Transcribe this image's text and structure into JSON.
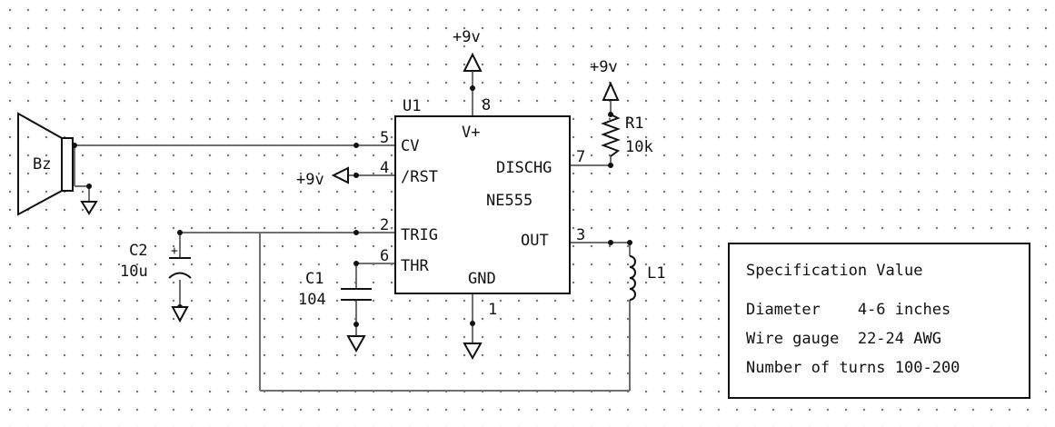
{
  "chip": {
    "designator": "U1",
    "part": "NE555",
    "pins": {
      "vplus": {
        "num": "8",
        "label": "V+"
      },
      "cv": {
        "num": "5",
        "label": "CV"
      },
      "rst": {
        "num": "4",
        "label": "/RST"
      },
      "dischg": {
        "num": "7",
        "label": "DISCHG"
      },
      "trig": {
        "num": "2",
        "label": "TRIG"
      },
      "out": {
        "num": "3",
        "label": "OUT"
      },
      "thr": {
        "num": "6",
        "label": "THR"
      },
      "gnd": {
        "num": "1",
        "label": "GND"
      }
    }
  },
  "supply_labels": {
    "top": "+9v",
    "r1": "+9v",
    "rst": "+9v"
  },
  "components": {
    "buzzer": "Bz",
    "r1": {
      "name": "R1",
      "value": "10k"
    },
    "c1": {
      "name": "C1",
      "value": "104"
    },
    "c2": {
      "name": "C2",
      "value": "10u"
    },
    "l1": {
      "name": "L1"
    }
  },
  "spec_table": {
    "header": "Specification Value",
    "rows": [
      {
        "spec": "Diameter   ",
        "value": " 4-6 inches"
      },
      {
        "spec": "Wire gauge ",
        "value": " 22-24 AWG"
      },
      {
        "spec": "Number of turns",
        "value": " 100-200"
      }
    ]
  },
  "colors": {
    "ink": "#111111",
    "wire": "#707070",
    "grid_dot": "#7a7a7a"
  }
}
